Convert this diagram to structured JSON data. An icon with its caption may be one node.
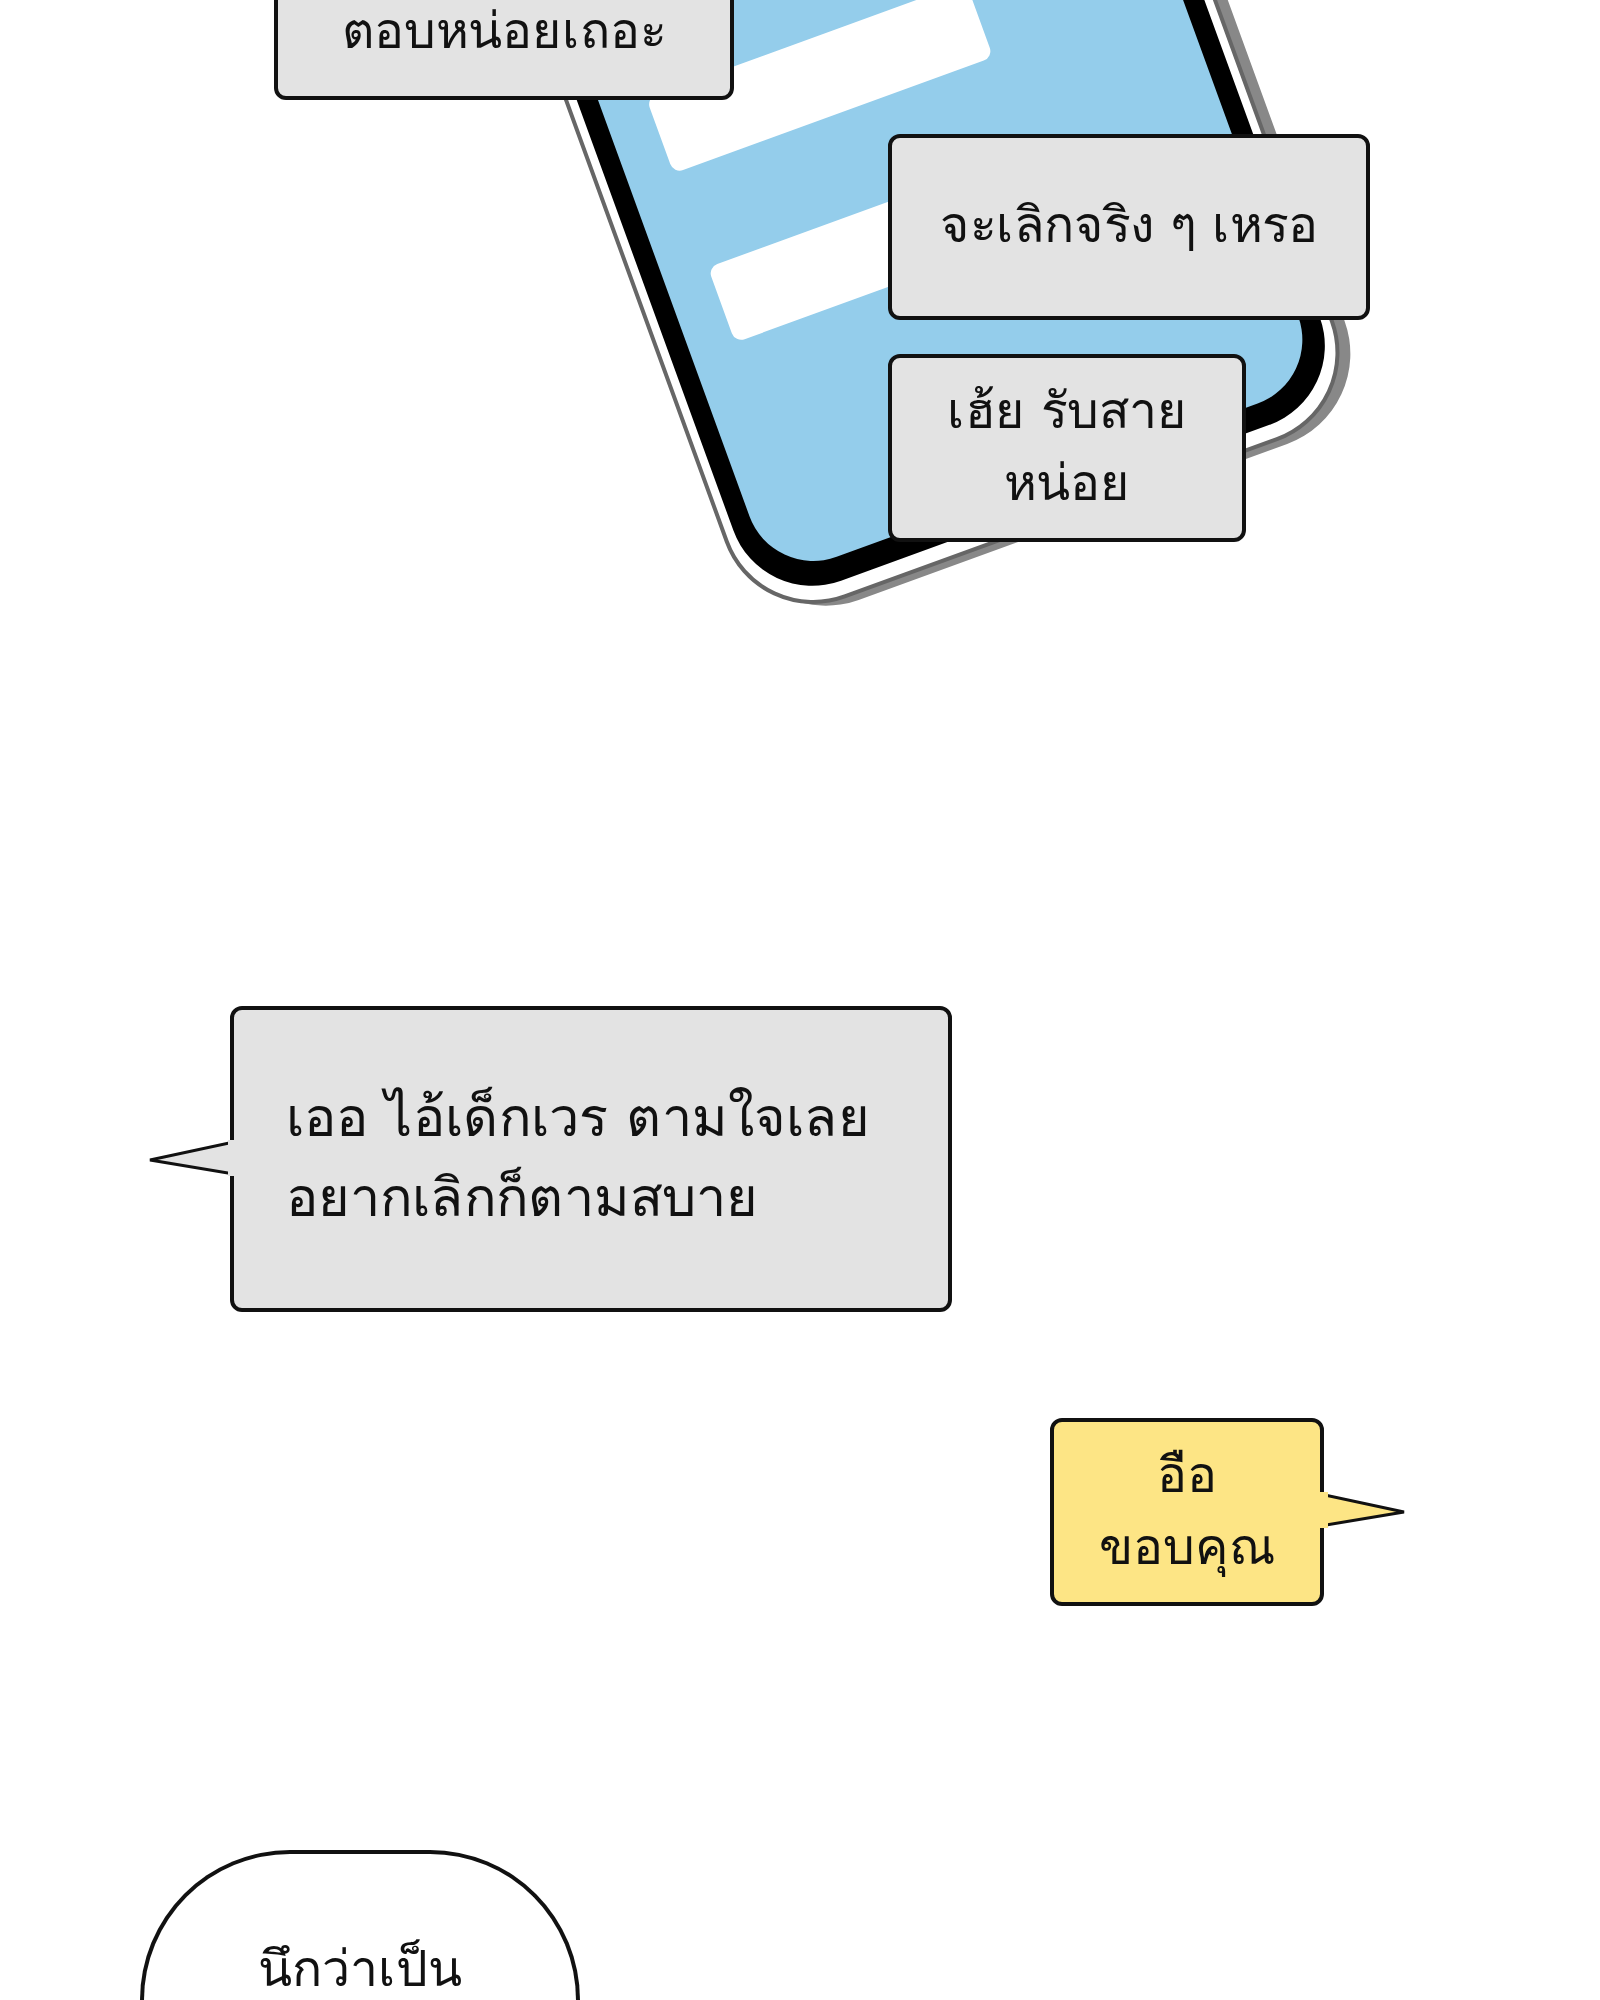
{
  "diagram": {
    "nodes": [
      {
        "text": [
          "ตอบหน่อยเถอะ"
        ]
      },
      {
        "text": [
          "จะเลิกจริง ๆ เหรอ"
        ]
      },
      {
        "text": [
          "เฮ้ย รับสาย หน่อย"
        ]
      },
      {
        "text": [
          "เออ ไอ้เด็กเวร ตามใจเลย อยากเลิกก็ตามสบาย"
        ]
      },
      {
        "text": [
          "อือ ขอบคุณ"
        ]
      },
      {
        "text": [
          "นึกว่าเป็น"
        ]
      }
    ]
  }
}
